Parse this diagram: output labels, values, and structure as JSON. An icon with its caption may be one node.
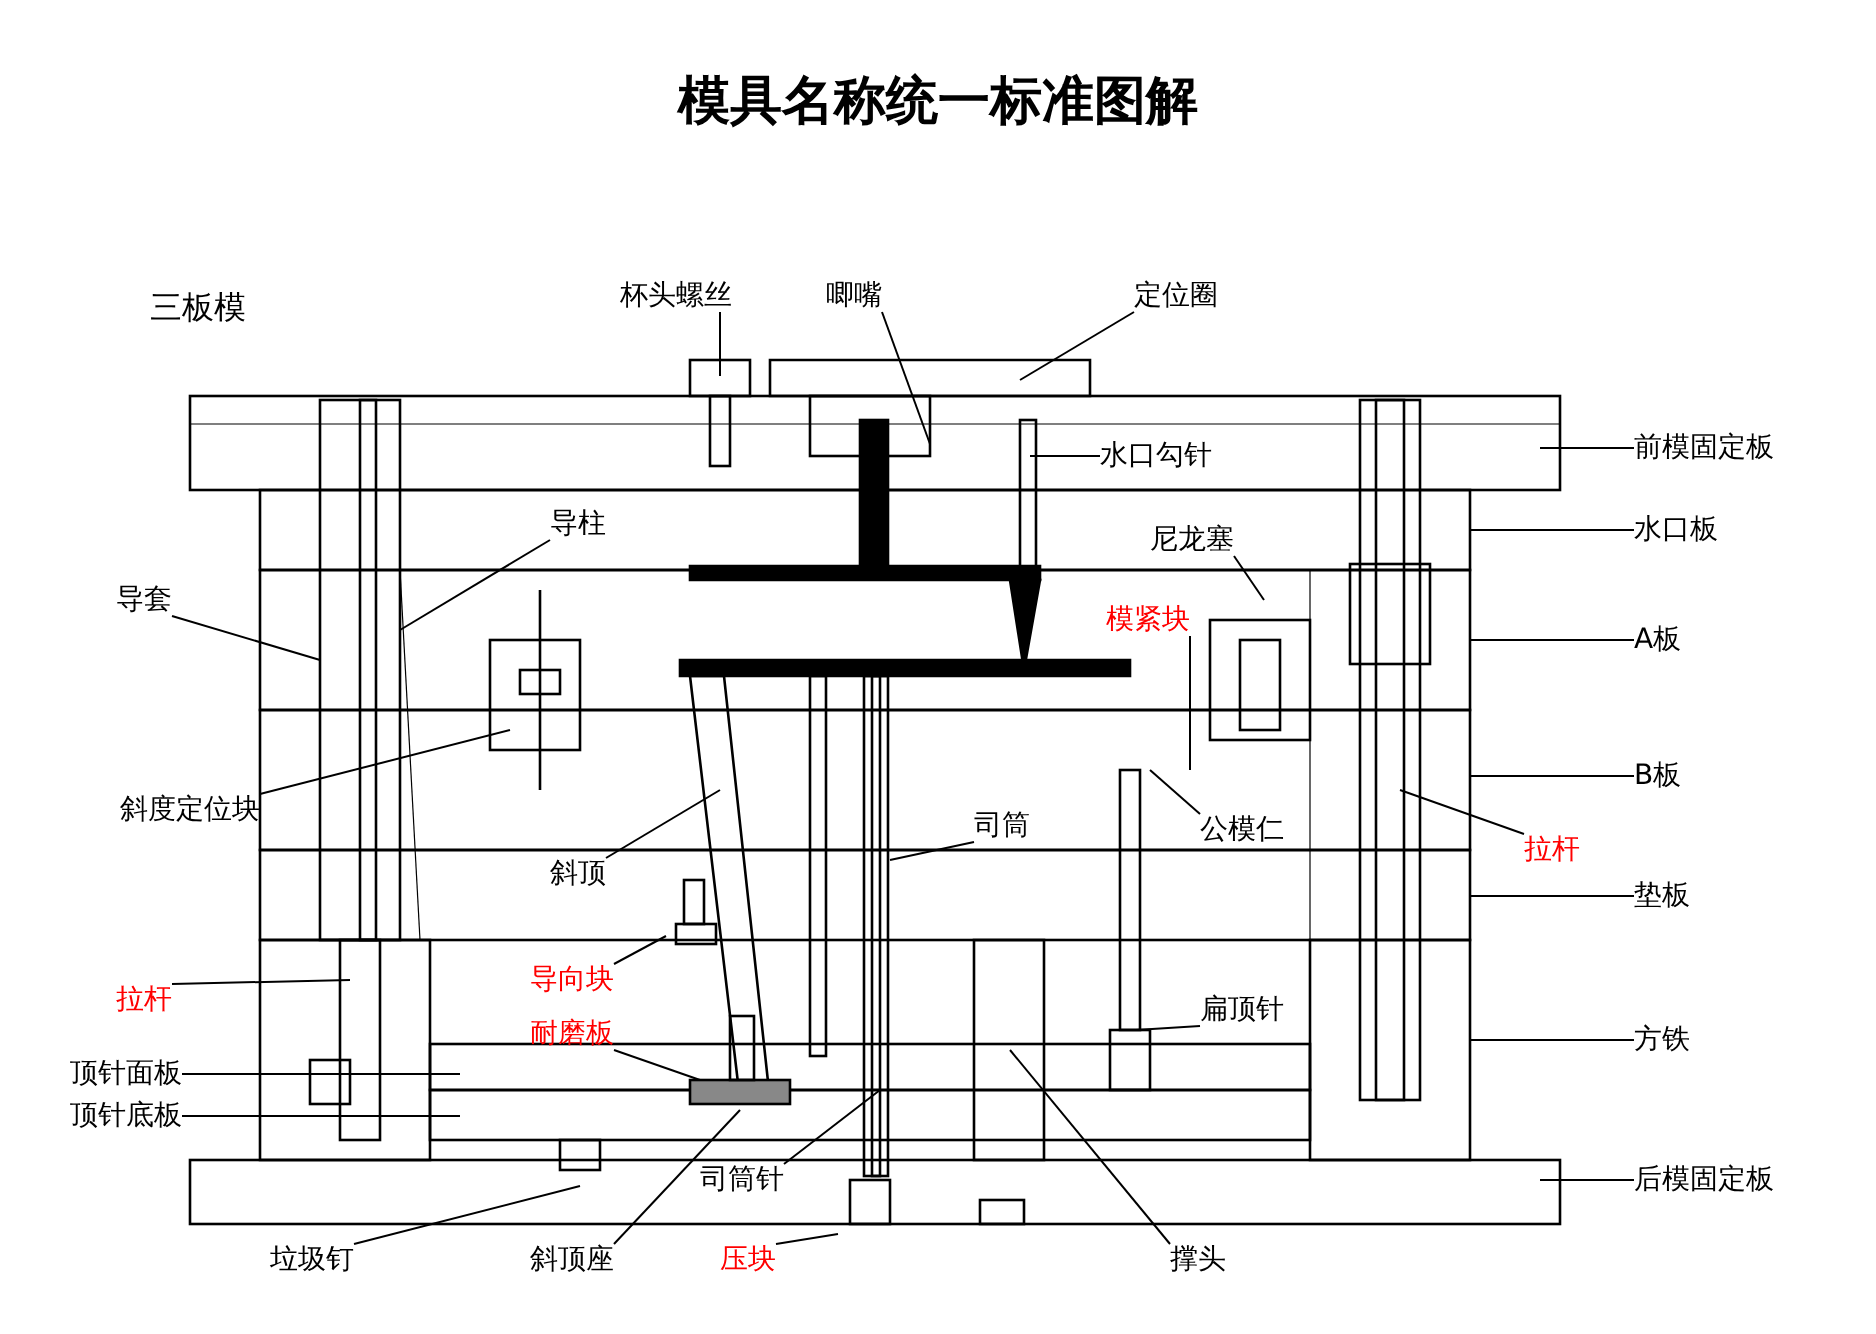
{
  "diagram": {
    "title": "模具名称统一标准图解",
    "nodes": [
      {
        "text": [
          "杯头螺丝"
        ]
      },
      {
        "text": [
          "唧嘴"
        ]
      },
      {
        "text": [
          "定位圈"
        ]
      },
      {
        "text": [
          "水口勾针"
        ]
      },
      {
        "text": [
          "前模固定板"
        ]
      },
      {
        "text": [
          "导柱"
        ]
      },
      {
        "text": [
          "水口板"
        ]
      },
      {
        "text": [
          "尼龙塞"
        ]
      },
      {
        "text": [
          "导套"
        ]
      },
      {
        "text": [
          "模紧块"
        ]
      },
      {
        "text": [
          "A板"
        ]
      },
      {
        "text": [
          "斜度定位块"
        ]
      },
      {
        "text": [
          "B板"
        ]
      },
      {
        "text": [
          "公模仁"
        ]
      },
      {
        "text": [
          "司筒"
        ]
      },
      {
        "text": [
          "斜顶"
        ]
      },
      {
        "text": [
          "拉杆"
        ]
      },
      {
        "text": [
          "垫板"
        ]
      },
      {
        "text": [
          "导向块"
        ]
      },
      {
        "text": [
          "拉杆"
        ]
      },
      {
        "text": [
          "扁顶针"
        ]
      },
      {
        "text": [
          "耐磨板"
        ]
      },
      {
        "text": [
          "方铁"
        ]
      },
      {
        "text": [
          "顶针面板"
        ]
      },
      {
        "text": [
          "顶针底板"
        ]
      },
      {
        "text": [
          "司筒针"
        ]
      },
      {
        "text": [
          "后模固定板"
        ]
      },
      {
        "text": [
          "垃圾钉"
        ]
      },
      {
        "text": [
          "斜顶座"
        ]
      },
      {
        "text": [
          "压块"
        ]
      },
      {
        "text": [
          "撑头"
        ]
      }
    ],
    "edges": [
      {
        "from": 0,
        "to": null,
        "arrow": "none"
      },
      {
        "from": 1,
        "to": null,
        "arrow": "none"
      },
      {
        "from": 2,
        "to": null,
        "arrow": "none"
      },
      {
        "from": 3,
        "to": null,
        "arrow": "none"
      },
      {
        "from": 4,
        "to": null,
        "arrow": "none"
      },
      {
        "from": 5,
        "to": null,
        "arrow": "none"
      },
      {
        "from": 6,
        "to": null,
        "arrow": "none"
      },
      {
        "from": 7,
        "to": null,
        "arrow": "none"
      },
      {
        "from": 8,
        "to": null,
        "arrow": "none"
      },
      {
        "from": 9,
        "to": null,
        "arrow": "none"
      },
      {
        "from": 10,
        "to": null,
        "arrow": "none"
      },
      {
        "from": 11,
        "to": null,
        "arrow": "none"
      },
      {
        "from": 12,
        "to": null,
        "arrow": "none"
      },
      {
        "from": 13,
        "to": null,
        "arrow": "none"
      },
      {
        "from": 14,
        "to": null,
        "arrow": "none"
      },
      {
        "from": 15,
        "to": null,
        "arrow": "none"
      },
      {
        "from": 16,
        "to": null,
        "arrow": "none"
      },
      {
        "from": 17,
        "to": null,
        "arrow": "none"
      },
      {
        "from": 18,
        "to": null,
        "arrow": "none"
      },
      {
        "from": 19,
        "to": null,
        "arrow": "none"
      },
      {
        "from": 20,
        "to": null,
        "arrow": "none"
      },
      {
        "from": 21,
        "to": null,
        "arrow": "none"
      },
      {
        "from": 22,
        "to": null,
        "arrow": "none"
      },
      {
        "from": 23,
        "to": null,
        "arrow": "none"
      },
      {
        "from": 24,
        "to": null,
        "arrow": "none"
      },
      {
        "from": 25,
        "to": null,
        "arrow": "none"
      },
      {
        "from": 26,
        "to": null,
        "arrow": "none"
      },
      {
        "from": 27,
        "to": null,
        "arrow": "none"
      },
      {
        "from": 28,
        "to": null,
        "arrow": "none"
      },
      {
        "from": 29,
        "to": null,
        "arrow": "none"
      },
      {
        "from": 30,
        "to": null,
        "arrow": "none"
      }
    ],
    "labels": [
      "三板模"
    ]
  }
}
